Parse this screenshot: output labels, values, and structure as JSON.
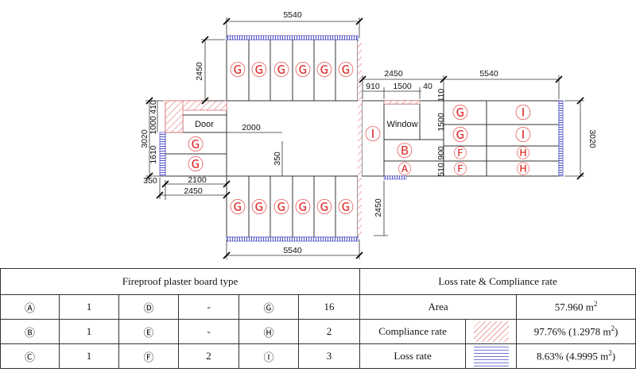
{
  "plan": {
    "dims": {
      "top_width": "5540",
      "bottom_width": "5540",
      "top_height": "2450",
      "right_span_2450": "2450",
      "right_910": "910",
      "right_1500": "1500",
      "right_40": "40",
      "right_5540": "5540",
      "right_110": "110",
      "right_1500v": "1500",
      "right_900": "900",
      "right_510": "510",
      "right_3020": "3020",
      "left_410": "410",
      "left_1000": "1000",
      "left_3020": "3020",
      "left_1610": "1610",
      "left_350": "350",
      "left_2100": "2100",
      "left_2450": "2450",
      "mid_2000": "2000",
      "mid_350": "350",
      "lower_2450": "2450"
    },
    "labels": {
      "door": "Door",
      "window": "Window"
    },
    "marks": {
      "G": "Ⓖ",
      "I": "Ⓘ",
      "B": "Ⓑ",
      "A": "Ⓐ",
      "F": "Ⓕ",
      "H": "Ⓗ"
    },
    "colors": {
      "line": "#333333",
      "mark": "#e03030",
      "compliance": "#e07070",
      "loss": "#5555cc"
    }
  },
  "table": {
    "left_header": "Fireproof plaster board type",
    "right_header": "Loss rate & Compliance rate",
    "rows": [
      {
        "t1": "Ⓐ",
        "c1": "1",
        "t2": "Ⓓ",
        "c2": "-",
        "t3": "Ⓖ",
        "c3": "16",
        "label": "Area",
        "value": "57.960 m",
        "sup": "2",
        "tail": ""
      },
      {
        "t1": "Ⓑ",
        "c1": "1",
        "t2": "Ⓔ",
        "c2": "-",
        "t3": "Ⓗ",
        "c3": "2",
        "label": "Compliance rate",
        "value": "97.76% (1.2978 m",
        "sup": "2",
        "tail": ")"
      },
      {
        "t1": "Ⓒ",
        "c1": "1",
        "t2": "Ⓕ",
        "c2": "2",
        "t3": "Ⓘ",
        "c3": "3",
        "label": "Loss rate",
        "value": "8.63% (4.9995 m",
        "sup": "2",
        "tail": ")"
      }
    ]
  }
}
